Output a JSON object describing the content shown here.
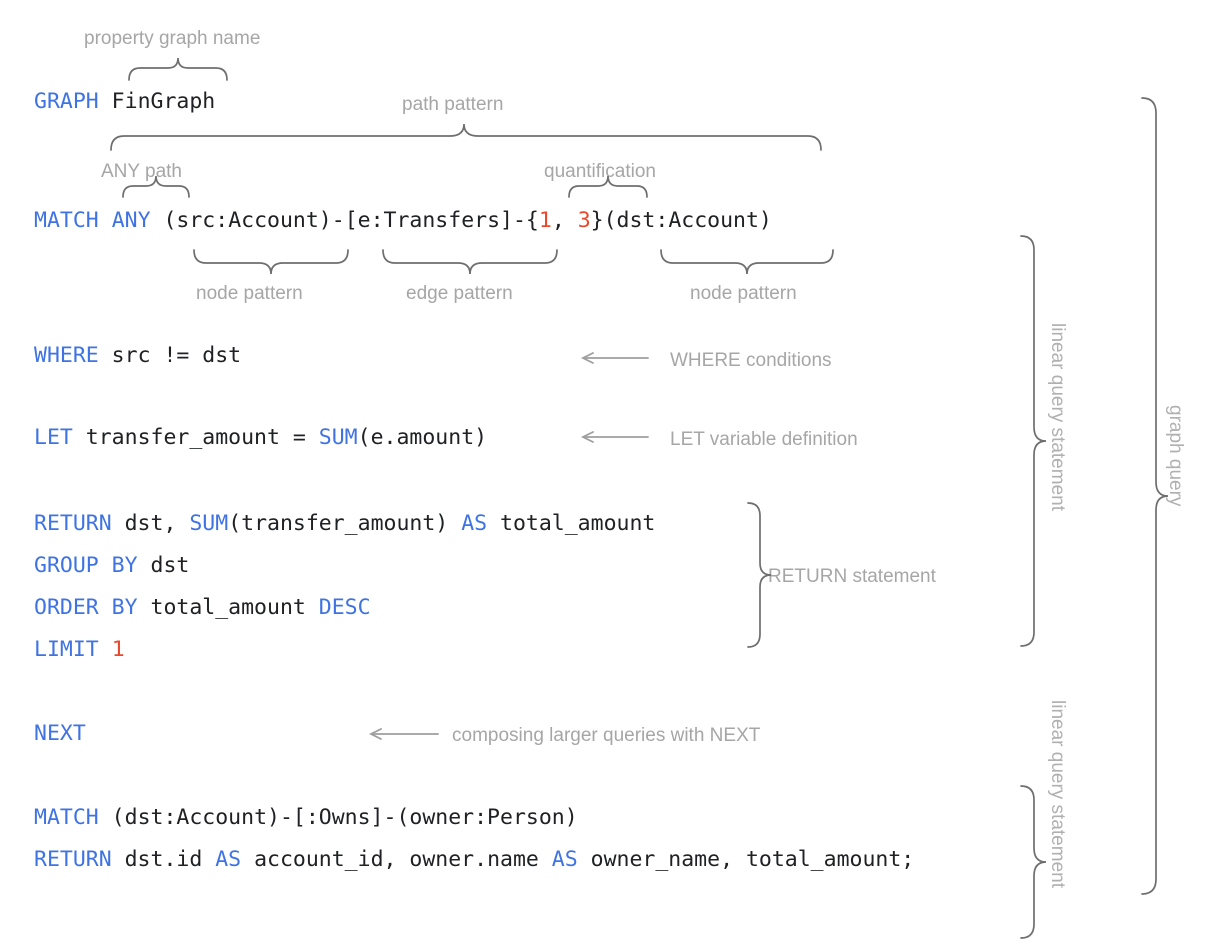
{
  "figure": {
    "title": "GQL graph query annotated syntax diagram",
    "colors": {
      "keyword": "#3f73e3",
      "literal": "#e8492c",
      "text": "#202124",
      "annotation": "#a6a6a6",
      "brace": "#6e6e6e",
      "background": "#ffffff"
    }
  },
  "code": {
    "lines": [
      {
        "id": "graph",
        "tokens": [
          {
            "t": "GRAPH",
            "c": "kw"
          },
          {
            "t": " FinGraph",
            "c": "plain"
          }
        ]
      },
      {
        "id": "match1",
        "tokens": [
          {
            "t": "MATCH",
            "c": "kw"
          },
          {
            "t": " ",
            "c": "plain"
          },
          {
            "t": "ANY",
            "c": "kw"
          },
          {
            "t": " (src:Account)-[e:Transfers]-{",
            "c": "plain"
          },
          {
            "t": "1",
            "c": "num"
          },
          {
            "t": ", ",
            "c": "plain"
          },
          {
            "t": "3",
            "c": "num"
          },
          {
            "t": "}(dst:Account)",
            "c": "plain"
          }
        ]
      },
      {
        "id": "where",
        "tokens": [
          {
            "t": "WHERE",
            "c": "kw"
          },
          {
            "t": " src != dst",
            "c": "plain"
          }
        ]
      },
      {
        "id": "let",
        "tokens": [
          {
            "t": "LET",
            "c": "kw"
          },
          {
            "t": " transfer_amount = ",
            "c": "plain"
          },
          {
            "t": "SUM",
            "c": "kw"
          },
          {
            "t": "(e.amount)",
            "c": "plain"
          }
        ]
      },
      {
        "id": "return1",
        "tokens": [
          {
            "t": "RETURN",
            "c": "kw"
          },
          {
            "t": " dst, ",
            "c": "plain"
          },
          {
            "t": "SUM",
            "c": "kw"
          },
          {
            "t": "(transfer_amount) ",
            "c": "plain"
          },
          {
            "t": "AS",
            "c": "kw"
          },
          {
            "t": " total_amount",
            "c": "plain"
          }
        ]
      },
      {
        "id": "groupby",
        "tokens": [
          {
            "t": "GROUP BY",
            "c": "kw"
          },
          {
            "t": " dst",
            "c": "plain"
          }
        ]
      },
      {
        "id": "orderby",
        "tokens": [
          {
            "t": "ORDER BY",
            "c": "kw"
          },
          {
            "t": " total_amount ",
            "c": "plain"
          },
          {
            "t": "DESC",
            "c": "kw"
          }
        ]
      },
      {
        "id": "limit",
        "tokens": [
          {
            "t": "LIMIT",
            "c": "kw"
          },
          {
            "t": " ",
            "c": "plain"
          },
          {
            "t": "1",
            "c": "num"
          }
        ]
      },
      {
        "id": "next",
        "tokens": [
          {
            "t": "NEXT",
            "c": "kw"
          }
        ]
      },
      {
        "id": "match2",
        "tokens": [
          {
            "t": "MATCH",
            "c": "kw"
          },
          {
            "t": " (dst:Account)-[:Owns]-(owner:Person)",
            "c": "plain"
          }
        ]
      },
      {
        "id": "return2",
        "tokens": [
          {
            "t": "RETURN",
            "c": "kw"
          },
          {
            "t": " dst.id ",
            "c": "plain"
          },
          {
            "t": "AS",
            "c": "kw"
          },
          {
            "t": " account_id, owner.name ",
            "c": "plain"
          },
          {
            "t": "AS",
            "c": "kw"
          },
          {
            "t": " owner_name, total_amount;",
            "c": "plain"
          }
        ]
      }
    ]
  },
  "annotations": {
    "property_graph_name": "property graph name",
    "path_pattern": "path pattern",
    "any_path": "ANY path",
    "quantification": "quantification",
    "node_pattern_left": "node pattern",
    "edge_pattern": "edge pattern",
    "node_pattern_right": "node pattern",
    "where_conditions": "WHERE conditions",
    "let_variable_definition": "LET variable definition",
    "return_statement": "RETURN statement",
    "composing_next": "composing larger queries with NEXT",
    "linear_query_statement_1": "linear query statement",
    "linear_query_statement_2": "linear query statement",
    "graph_query": "graph query"
  }
}
